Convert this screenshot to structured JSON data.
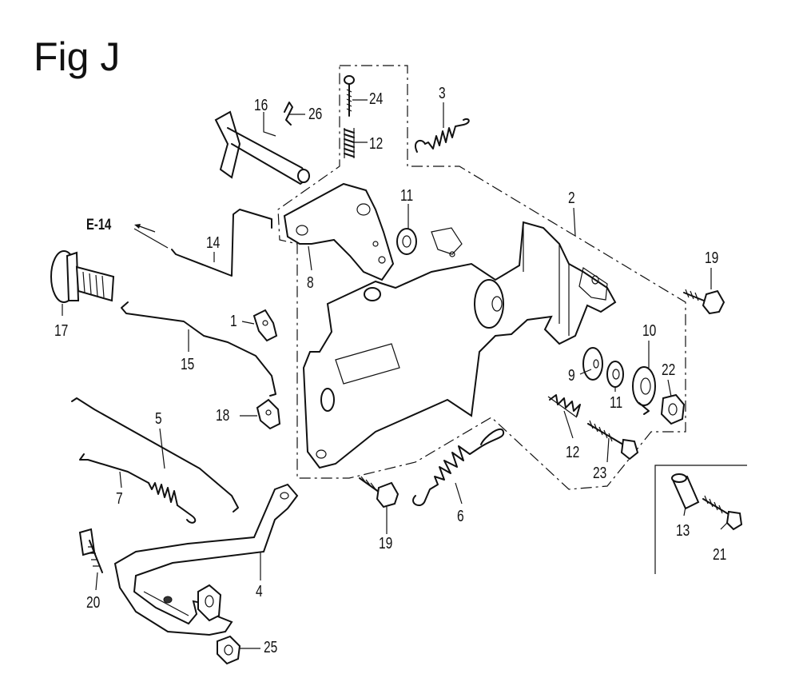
{
  "figure": {
    "title": "Fig J"
  },
  "ref_label": "E-14",
  "callouts": [
    {
      "id": "c24",
      "text": "24"
    },
    {
      "id": "c26",
      "text": "26"
    },
    {
      "id": "c16",
      "text": "16"
    },
    {
      "id": "c3",
      "text": "3"
    },
    {
      "id": "c12a",
      "text": "12"
    },
    {
      "id": "c11a",
      "text": "11"
    },
    {
      "id": "c2",
      "text": "2"
    },
    {
      "id": "c14",
      "text": "14"
    },
    {
      "id": "c8",
      "text": "8"
    },
    {
      "id": "c19a",
      "text": "19"
    },
    {
      "id": "c17",
      "text": "17"
    },
    {
      "id": "c1",
      "text": "1"
    },
    {
      "id": "c15",
      "text": "15"
    },
    {
      "id": "c10",
      "text": "10"
    },
    {
      "id": "c9",
      "text": "9"
    },
    {
      "id": "c22",
      "text": "22"
    },
    {
      "id": "c11b",
      "text": "11"
    },
    {
      "id": "c18",
      "text": "18"
    },
    {
      "id": "c5",
      "text": "5"
    },
    {
      "id": "c12b",
      "text": "12"
    },
    {
      "id": "c23",
      "text": "23"
    },
    {
      "id": "c7",
      "text": "7"
    },
    {
      "id": "c6",
      "text": "6"
    },
    {
      "id": "c19b",
      "text": "19"
    },
    {
      "id": "c13",
      "text": "13"
    },
    {
      "id": "c21",
      "text": "21"
    },
    {
      "id": "c4",
      "text": "4"
    },
    {
      "id": "c20",
      "text": "20"
    },
    {
      "id": "c25",
      "text": "25"
    }
  ]
}
